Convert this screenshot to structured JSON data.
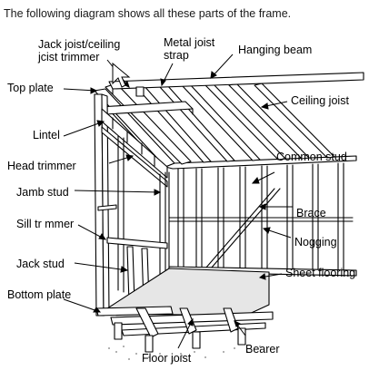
{
  "intro": "The following diagram shows all these parts of the frame.",
  "labels": {
    "jack_joist": "Jack joist/ceiling\njcist trimmer",
    "metal_strap": "Metal joist\nstrap",
    "hanging_beam": "Hanging beam",
    "top_plate": "Top plate",
    "ceiling_joist": "Ceiling joist",
    "lintel": "Lintel",
    "head_trimmer": "Head trimmer",
    "common_stud": "Common stud",
    "jamb_stud": "Jamb stud",
    "brace": "Brace",
    "sill_trimmer": "Sill tr mmer",
    "nogging": "Nogging",
    "jack_stud": "Jack stud",
    "sheet_flooring": "Sheet flooring",
    "bottom_plate": "Bottom plate",
    "bearer": "Bearer",
    "floor_joist": "Floor joist"
  },
  "colors": {
    "line": "#000000",
    "ground": "#9a9a9a",
    "floor_fill": "#e6e6e6"
  }
}
